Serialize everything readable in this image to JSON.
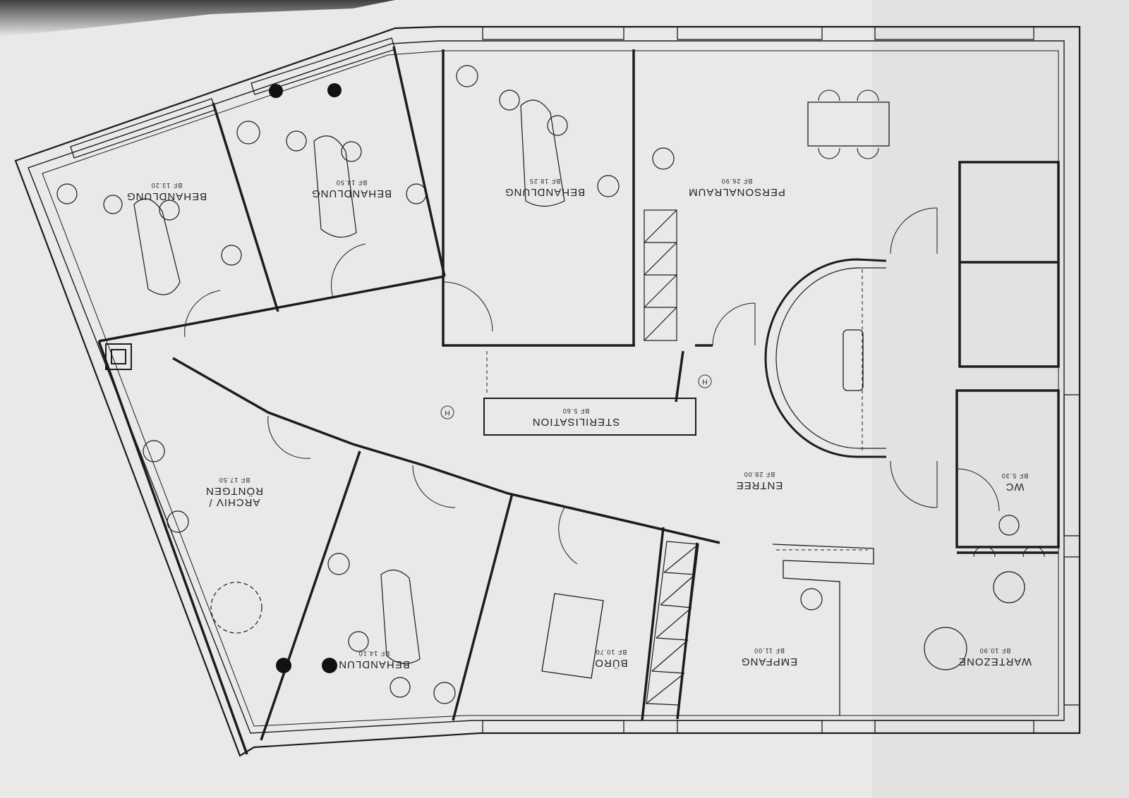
{
  "rooms": {
    "behandlung_1": {
      "name": "BEHANDLUNG",
      "area": "BF 13.20"
    },
    "behandlung_2": {
      "name": "BEHANDLUNG",
      "area": "BF 14.50"
    },
    "behandlung_3": {
      "name": "BEHANDLUNG",
      "area": "BF 18.25"
    },
    "behandlung_4": {
      "name": "BEHANDLUN",
      "area": "BF 14.10"
    },
    "personalraum": {
      "name": "PERSONALRAUM",
      "area": "BF 26.90"
    },
    "sterilisation": {
      "name": "STERILISATION",
      "area": "BF 5.60"
    },
    "archiv": {
      "name_line1": "ARCHIV /",
      "name_line2": "RÖNTGEN",
      "area": "BF 17.50"
    },
    "entree": {
      "name": "ENTREE",
      "area": "BF 28.00"
    },
    "wc": {
      "name": "WC",
      "area": "BF 5.30"
    },
    "empfang": {
      "name": "EMPFANG",
      "area": "BF 11.00"
    },
    "buero": {
      "name": "BÜRO",
      "area": "BF 10.70"
    },
    "wartezone": {
      "name": "WARTEZONE",
      "area": "BF 10.90"
    }
  },
  "markers": {
    "h": "H"
  },
  "colors": {
    "paper": "#e9e9e7",
    "wall": "#1c1c1c",
    "shadow": "#222222"
  }
}
